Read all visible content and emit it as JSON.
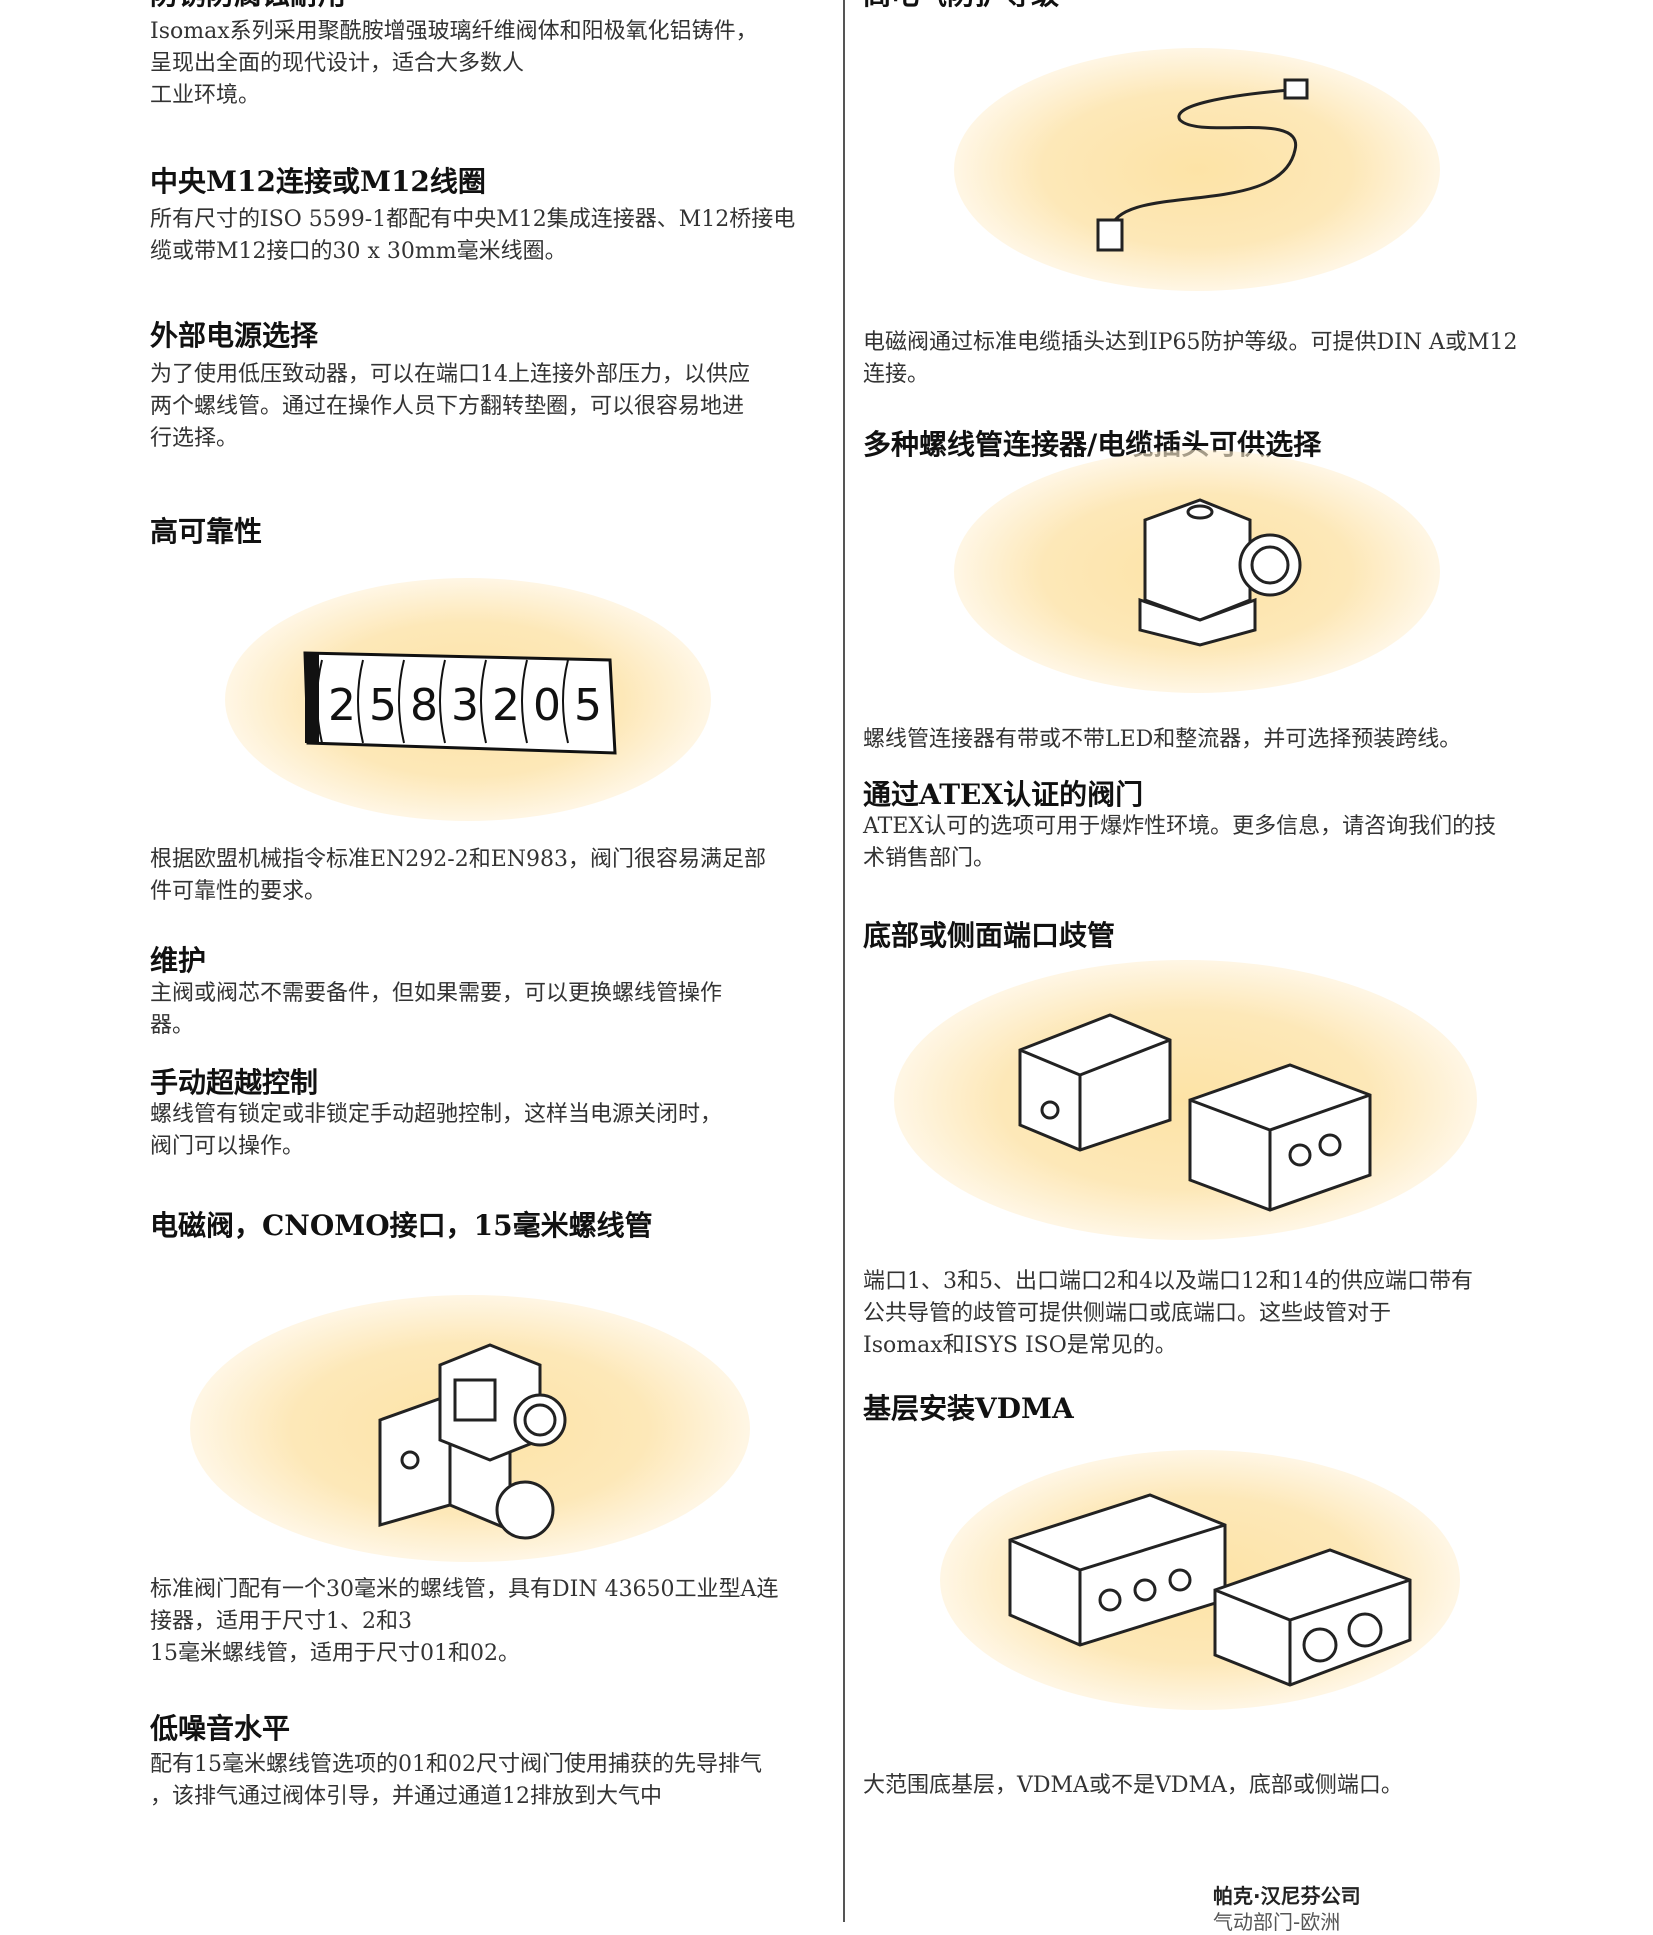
{
  "left": {
    "sections": [
      {
        "heading": "防锈防腐蚀耐用",
        "body": "Isomax系列采用聚酰胺增强玻璃纤维阀体和阳极氧化铝铸件，\n呈现出全面的现代设计，适合大多数人\n工业环境。"
      },
      {
        "heading": "中央M12连接或M12线圈",
        "body": "所有尺寸的ISO 5599-1都配有中央M12集成连接器、M12桥接电\n缆或带M12接口的30 x 30mm毫米线圈。"
      },
      {
        "heading": "外部电源选择",
        "body": "为了使用低压致动器，可以在端口14上连接外部压力，以供应\n两个螺线管。通过在操作人员下方翻转垫圈，可以很容易地进\n行选择。"
      },
      {
        "heading": "高可靠性",
        "body": "根据欧盟机械指令标准EN292-2和EN983，阀门很容易满足部\n件可靠性的要求。"
      },
      {
        "heading": "维护",
        "body": "主阀或阀芯不需要备件，但如果需要，可以更换螺线管操作\n器。"
      },
      {
        "heading": "手动超越控制",
        "body": "螺线管有锁定或非锁定手动超驰控制，这样当电源关闭时，\n阀门可以操作。"
      },
      {
        "heading": "电磁阀，CNOMO接口，15毫米螺线管",
        "body": "标准阀门配有一个30毫米的螺线管，具有DIN 43650工业型A连\n接器，适用于尺寸1、2和3\n15毫米螺线管，适用于尺寸01和02。"
      },
      {
        "heading": "低噪音水平",
        "body": "配有15毫米螺线管选项的01和02尺寸阀门使用捕获的先导排气\n，该排气通过阀体引导，并通过通道12排放到大气中"
      }
    ],
    "counter_digits": [
      "2",
      "5",
      "8",
      "3",
      "2",
      "0",
      "5"
    ]
  },
  "right": {
    "sections": [
      {
        "heading": "高电气防护等级",
        "body": "电磁阀通过标准电缆插头达到IP65防护等级。可提供DIN A或M12\n连接。"
      },
      {
        "heading": "多种螺线管连接器/电缆插头可供选择",
        "body": "螺线管连接器有带或不带LED和整流器，并可选择预装跨线。"
      },
      {
        "heading": "通过ATEX认证的阀门",
        "body": "ATEX认可的选项可用于爆炸性环境。更多信息，请咨询我们的技\n术销售部门。"
      },
      {
        "heading": "底部或侧面端口歧管",
        "body": "端口1、3和5、出口端口2和4以及端口12和14的供应端口带有\n公共导管的歧管可提供侧端口或底端口。这些歧管对于\nIsomax和ISYS ISO是常见的。"
      },
      {
        "heading": "基层安装VDMA",
        "body": "大范围底基层，VDMA或不是VDMA，底部或侧端口。"
      }
    ]
  },
  "footer": {
    "company": "帕克·汉尼芬公司",
    "division": "气动部门-欧洲"
  },
  "colors": {
    "glow": "#fde3a6",
    "text": "#333333"
  }
}
